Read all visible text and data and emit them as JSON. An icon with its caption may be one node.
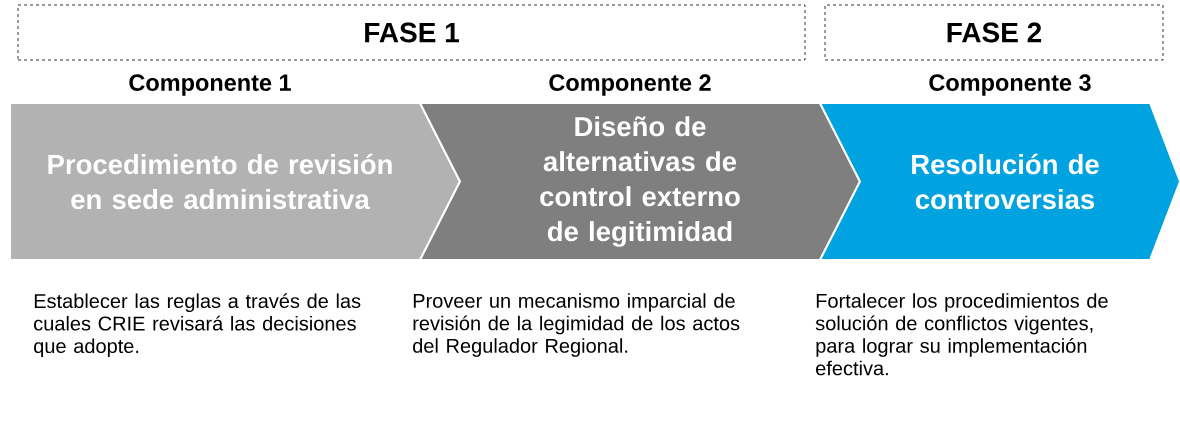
{
  "diagram": {
    "nodes": [
      {
        "text": [
          "FASE 1"
        ]
      },
      {
        "text": [
          "FASE 2"
        ]
      },
      {
        "text": [
          "Componente 1",
          "Procedimiento de revisión en sede administrativa"
        ],
        "beside": [
          "Establecer las reglas a través de las cuales CRIE revisará las decisiones que adopte."
        ]
      },
      {
        "text": [
          "Componente 2",
          "Diseño de alternativas de control externo de legitimidad"
        ],
        "beside": [
          "Proveer un mecanismo imparcial de revisión de la legimidad de los actos del Regulador Regional."
        ]
      },
      {
        "text": [
          "Componente 3",
          "Resolución de controversias"
        ],
        "beside": [
          "Fortalecer los procedimientos de solución de conflictos vigentes, para lograr su implementación efectiva."
        ]
      }
    ]
  }
}
